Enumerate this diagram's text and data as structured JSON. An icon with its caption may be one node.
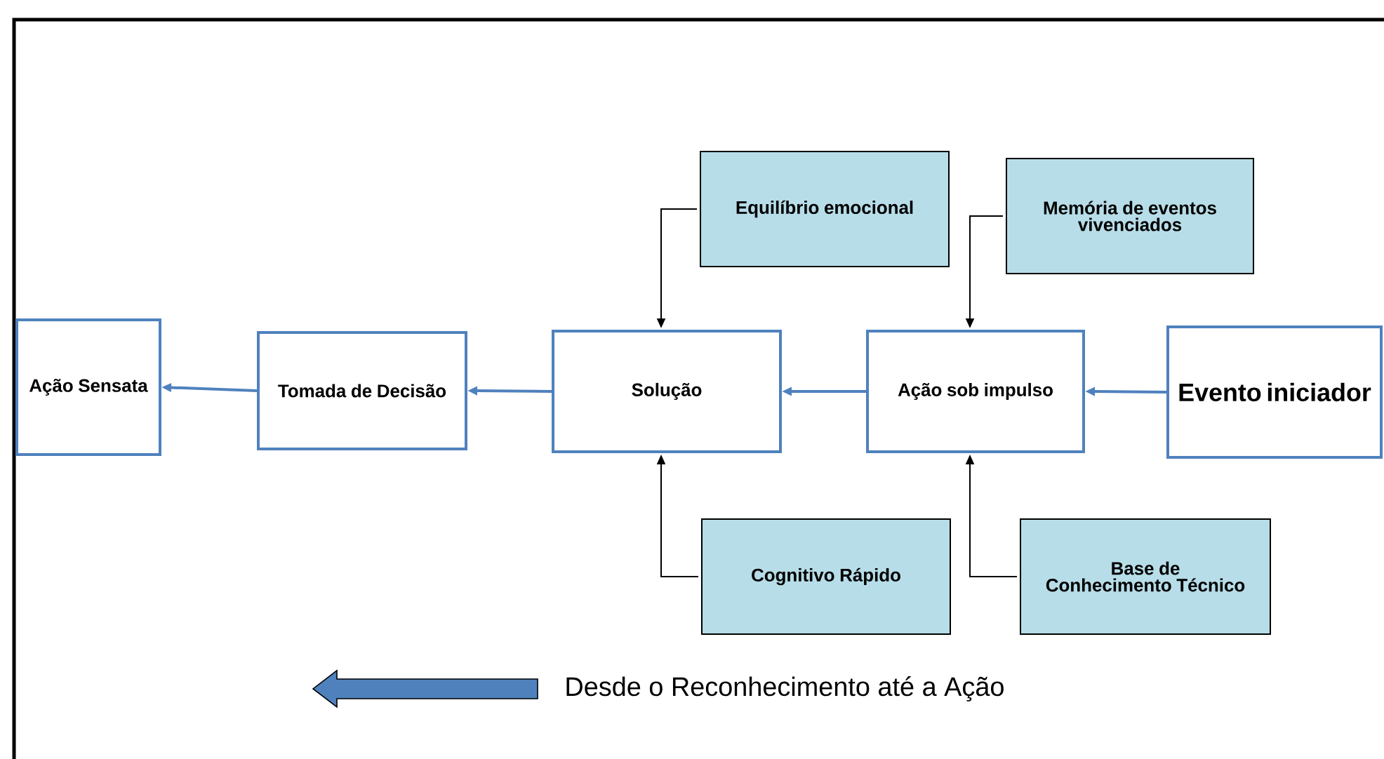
{
  "diagram": {
    "nodes": [
      {
        "text": [
          "Ação Sensata"
        ]
      },
      {
        "text": [
          "Tomada de Decisão"
        ]
      },
      {
        "text": [
          "Solução"
        ]
      },
      {
        "text": [
          "Ação sob impulso"
        ]
      },
      {
        "text": [
          "Evento iniciador"
        ]
      },
      {
        "text": [
          "Equilíbrio emocional"
        ]
      },
      {
        "text": [
          "Memória de eventos vivenciados"
        ]
      },
      {
        "text": [
          "Cognitivo Rápido"
        ]
      },
      {
        "text": [
          "Base de Conhecimento Técnico"
        ]
      }
    ],
    "edges": [
      {
        "from": 4,
        "to": 3,
        "arrow": "to"
      },
      {
        "from": 3,
        "to": 2,
        "arrow": "to"
      },
      {
        "from": 2,
        "to": 1,
        "arrow": "to"
      },
      {
        "from": 1,
        "to": 0,
        "arrow": "to"
      },
      {
        "from": 5,
        "to": 2,
        "arrow": "to",
        "color": "#000000"
      },
      {
        "from": 6,
        "to": 3,
        "arrow": "to",
        "color": "#000000"
      },
      {
        "from": 7,
        "to": 2,
        "arrow": "to",
        "color": "#000000"
      },
      {
        "from": 8,
        "to": 3,
        "arrow": "to",
        "color": "#000000"
      }
    ],
    "labels": [
      "Desde o Reconhecimento até a Ação"
    ]
  }
}
